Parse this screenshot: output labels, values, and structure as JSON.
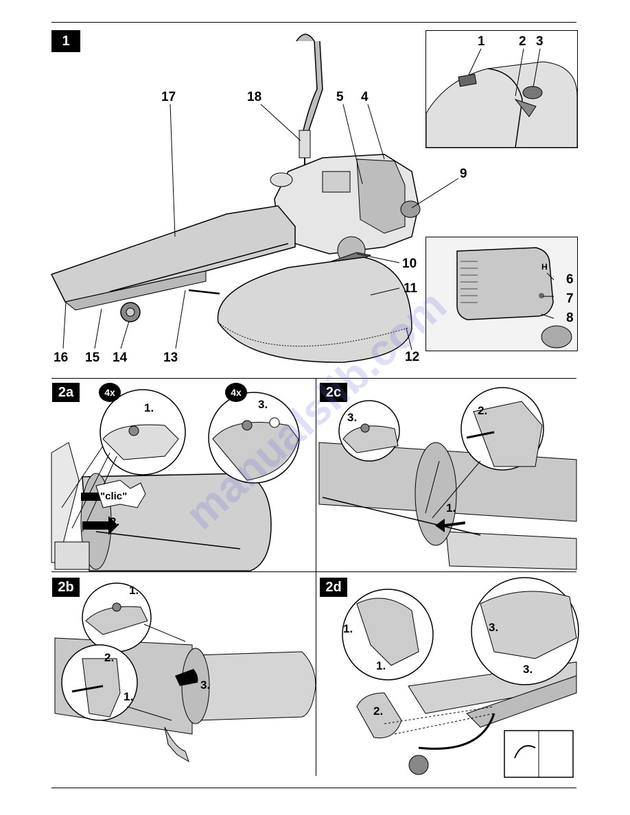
{
  "figure1": {
    "badge": "1",
    "callouts": [
      "1",
      "2",
      "3",
      "4",
      "5",
      "6",
      "7",
      "8",
      "9",
      "10",
      "11",
      "12",
      "13",
      "14",
      "15",
      "16",
      "17",
      "18"
    ],
    "inset_label_H": "H"
  },
  "figure2a": {
    "badge": "2a",
    "count_left": "4x",
    "count_right": "4x",
    "step1": "1.",
    "step2": "2.",
    "step3": "3.",
    "clic": "\"clic\""
  },
  "figure2b": {
    "badge": "2b",
    "step1a": "1.",
    "step1b": "1.",
    "step2": "2.",
    "step3": "3."
  },
  "figure2c": {
    "badge": "2c",
    "step1": "1.",
    "step2": "2.",
    "step3": "3."
  },
  "figure2d": {
    "badge": "2d",
    "step1a": "1.",
    "step1b": "1.",
    "step2": "2.",
    "step3a": "3.",
    "step3b": "3."
  },
  "watermark": "manualslib.com"
}
